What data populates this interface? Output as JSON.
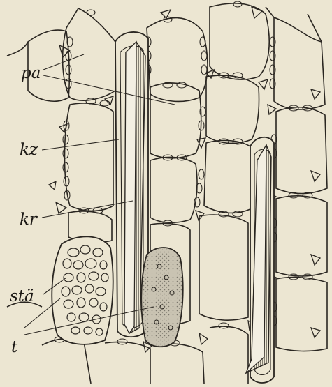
{
  "labels": {
    "pa": "pa",
    "kz": "kz",
    "kr": "kr",
    "sta": "stä",
    "t": "t"
  },
  "colors": {
    "paper": "#ece6d2",
    "ink": "#2a2621",
    "shade": "#6d6a62",
    "stipple": "#c9c3b2"
  }
}
